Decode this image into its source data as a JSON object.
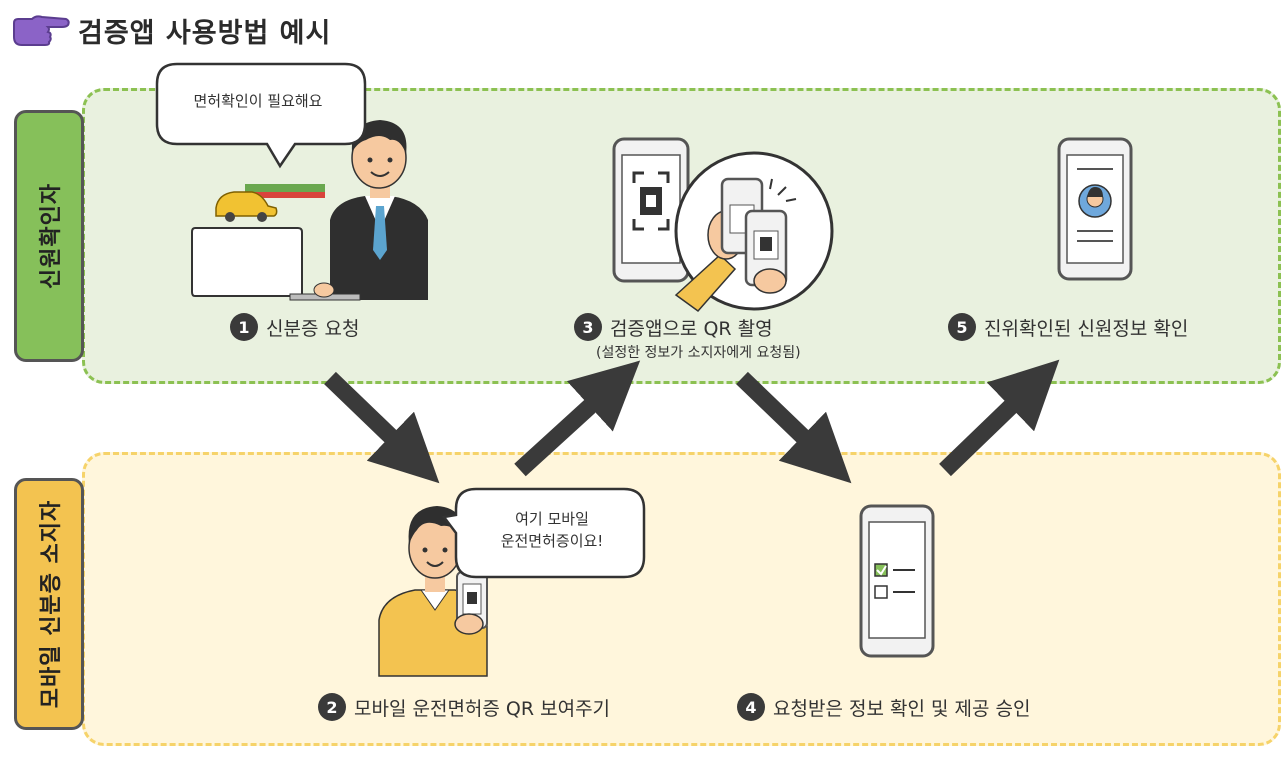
{
  "header": {
    "title": "검증앱 사용방법 예시",
    "icon": "pointing-hand-icon"
  },
  "lanes": {
    "verifier": {
      "label": "신원확인자",
      "color": "#86c05a",
      "bg": "#e9f1df"
    },
    "holder": {
      "label": "모바일 신분증 소지자",
      "color": "#f3c350",
      "bg": "#fff6dc"
    }
  },
  "bubbles": {
    "verifier": "면허확인이 필요해요",
    "holder_line1": "여기 모바일",
    "holder_line2": "운전면허증이요!"
  },
  "steps": [
    {
      "num": "1",
      "text": "신분증 요청"
    },
    {
      "num": "2",
      "text": "모바일 운전면허증 QR 보여주기"
    },
    {
      "num": "3",
      "text": "검증앱으로 QR 촬영",
      "sub": "(설정한 정보가 소지자에게 요청됨)"
    },
    {
      "num": "4",
      "text": "요청받은 정보 확인 및 제공 승인"
    },
    {
      "num": "5",
      "text": "진위확인된 신원정보 확인"
    }
  ]
}
